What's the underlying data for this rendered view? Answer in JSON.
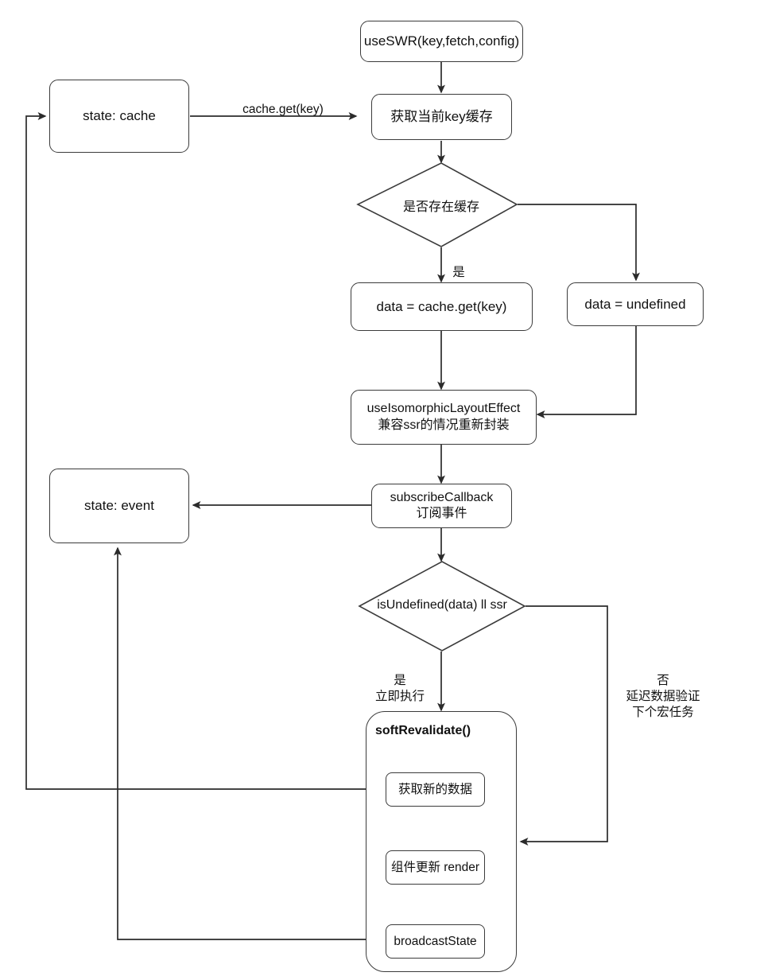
{
  "diagram": {
    "title": "SWR useSWR flow",
    "background": "#ffffff",
    "stroke": "#3b3b3b",
    "text_color": "#111111"
  },
  "nodes": {
    "use_swr": "useSWR(key,fetch,config)",
    "state_cache": "state: cache",
    "get_current_key_cache": "获取当前key缓存",
    "decision_has_cache": "是否存在缓存",
    "data_from_cache": "data = cache.get(key)",
    "data_undefined": "data = undefined",
    "use_isomorphic_layout_effect": "useIsomorphicLayoutEffect\n兼容ssr的情况重新封装",
    "state_event": "state: event",
    "subscribe_callback": "subscribeCallback\n订阅事件",
    "decision_is_undefined": "isUndefined(data) ll ssr",
    "soft_revalidate_title": "softRevalidate()",
    "fetch_new_data": "获取新的数据",
    "component_update_render": "组件更新 render",
    "broadcast_state": "broadcastState"
  },
  "edge_labels": {
    "cache_get_key": "cache.get(key)",
    "yes_has_cache": "是",
    "yes_execute_now": "是\n立即执行",
    "no_delay_validate": "否\n延迟数据验证\n下个宏任务"
  }
}
